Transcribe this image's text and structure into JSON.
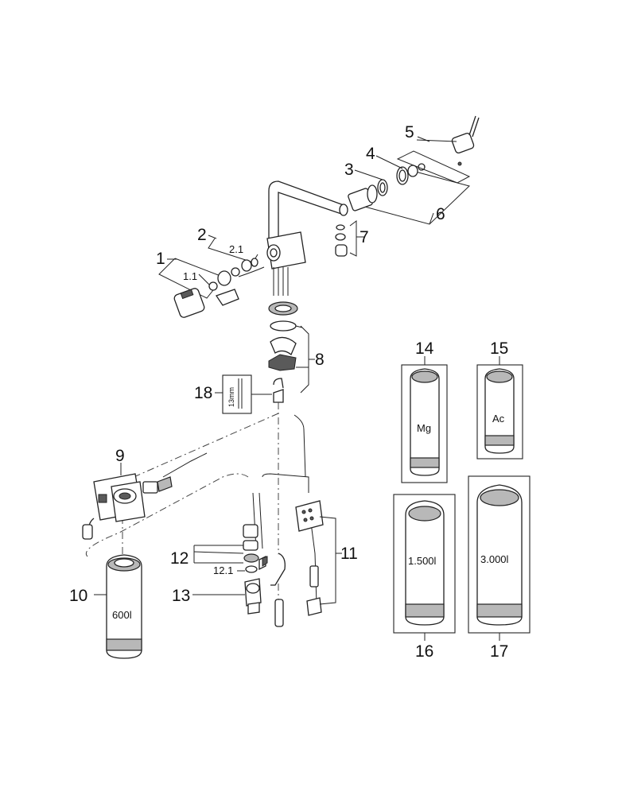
{
  "labels": {
    "p1": "1",
    "p1_1": "1.1",
    "p2": "2",
    "p2_1": "2.1",
    "p3": "3",
    "p4": "4",
    "p5": "5",
    "p6": "6",
    "p7": "7",
    "p8": "8",
    "p9": "9",
    "p10": "10",
    "p11": "11",
    "p12": "12",
    "p12_1": "12.1",
    "p13": "13",
    "p14": "14",
    "p15": "15",
    "p16": "16",
    "p17": "17",
    "p18": "18"
  },
  "cartridge_texts": {
    "c10": "600l",
    "c14": "Mg",
    "c15": "Ac",
    "c16": "1.500l",
    "c17": "3.000l",
    "tool18": "13mm"
  }
}
